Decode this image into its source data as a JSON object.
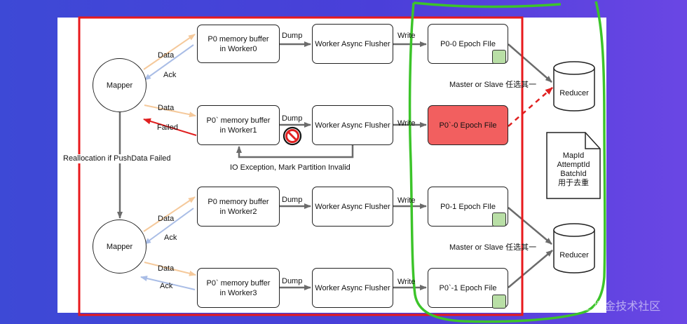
{
  "mappers": [
    "Mapper",
    "Mapper"
  ],
  "buffers": [
    "P0 memory buffer\nin Worker0",
    "P0` memory buffer\nin Worker1",
    "P0 memory buffer\nin Worker2",
    "P0` memory buffer\nin Worker3"
  ],
  "flushers": [
    "Worker Async Flusher",
    "Worker Async Flusher",
    "Worker Async Flusher",
    "Worker Async Flusher"
  ],
  "files": [
    "P0-0 Epoch FIle",
    "P0`-0 Epoch File",
    "P0-1 Epoch FIle",
    "P0`-1 Epoch File"
  ],
  "reducers": [
    "Reducer",
    "Reducer"
  ],
  "labels": {
    "data": "Data",
    "ack": "Ack",
    "failed": "Failed",
    "dump": "Dump",
    "write": "Write",
    "reallocation": "Reallocation if PushData Failed",
    "io_exception": "IO Exception, Mark Partition Invalid",
    "master_slave": "Master or Slave 任选其一"
  },
  "doc_note": [
    "MapId",
    "AttemptId",
    "BatchId",
    "用于去重"
  ],
  "watermark": "@稀土掘金技术社区",
  "colors": {
    "data_arrow": "#f5c99b",
    "ack_arrow": "#a9bde6",
    "failed_arrow": "#e02020",
    "failed_file": "#f25f5f",
    "highlight_red": "#e8191c",
    "highlight_green": "#3cc42a"
  }
}
